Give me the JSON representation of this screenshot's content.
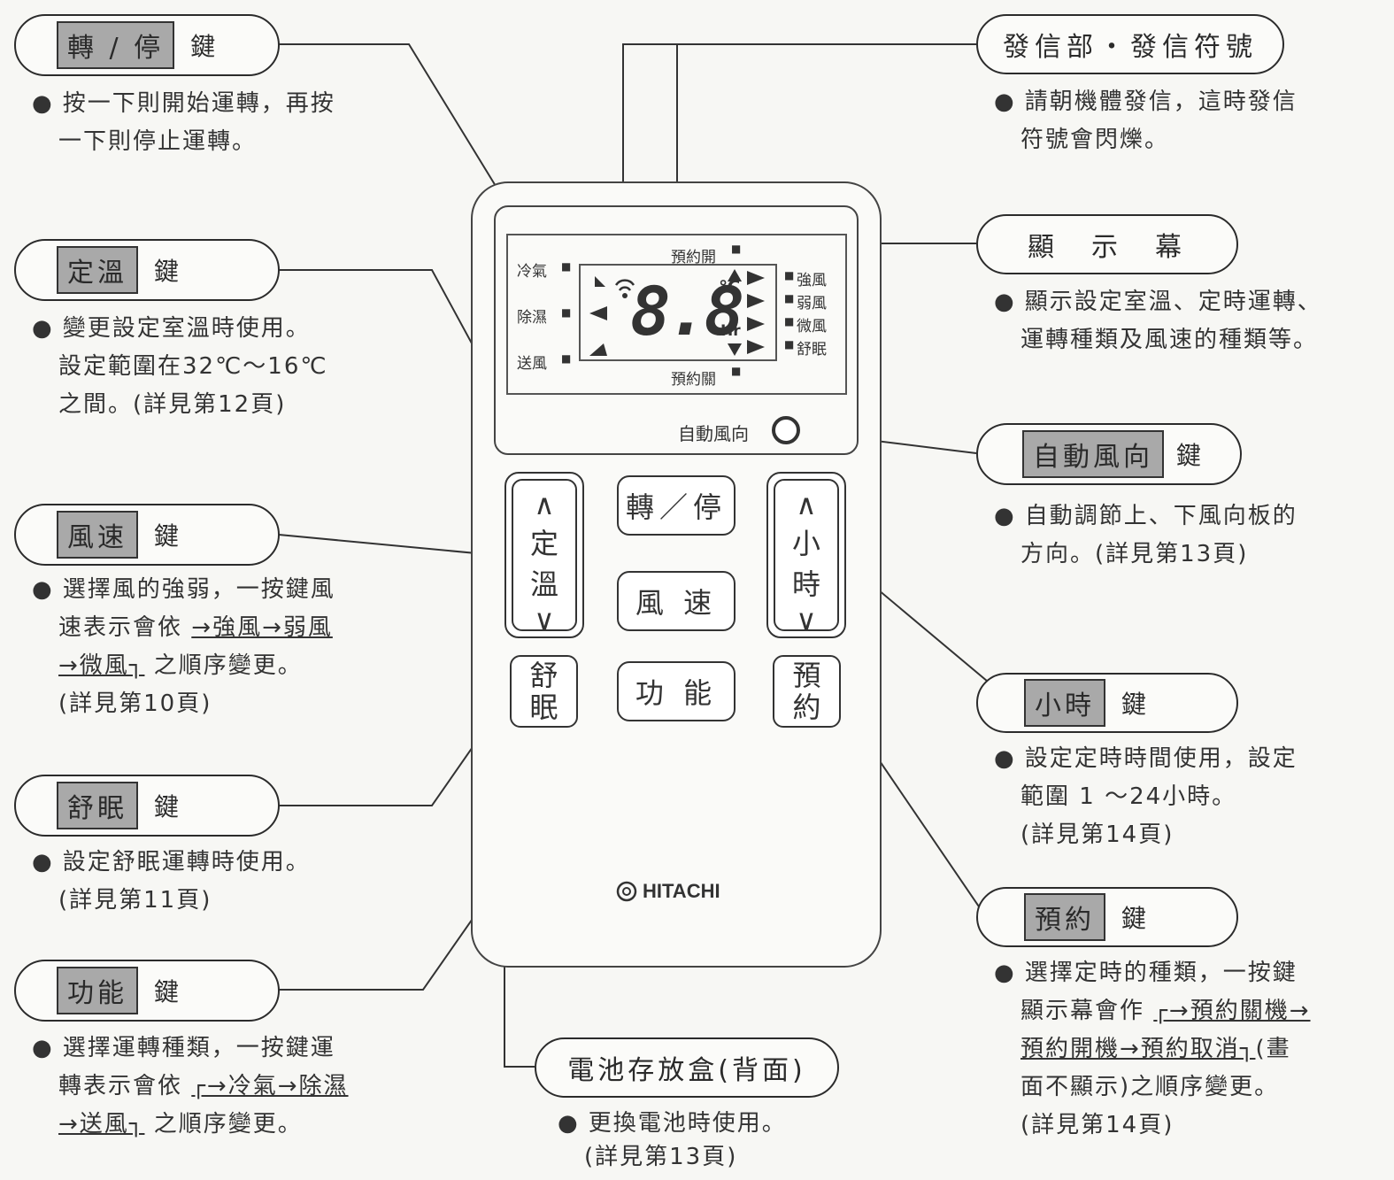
{
  "labels": {
    "run_stop": {
      "tag": "轉 / 停",
      "suffix": "鍵",
      "desc": [
        "按一下則開始運轉，再按",
        "一下則停止運轉。"
      ]
    },
    "temp": {
      "tag": "定溫",
      "suffix": "鍵",
      "desc": [
        "變更設定室溫時使用。",
        "設定範圍在32℃～16℃",
        "之間。(詳見第12頁)"
      ]
    },
    "fan": {
      "tag": "風速",
      "suffix": "鍵",
      "desc_1": "選擇風的強弱，一按鍵風",
      "desc_2a": "速表示會依",
      "desc_2b": "→強風→弱風",
      "desc_3a": "→微風┐",
      "desc_3b": "之順序變更。",
      "desc_4": "(詳見第10頁)"
    },
    "sleep": {
      "tag": "舒眠",
      "suffix": "鍵",
      "desc": [
        "設定舒眠運轉時使用。",
        "(詳見第11頁)"
      ]
    },
    "func": {
      "tag": "功能",
      "suffix": "鍵",
      "desc_1": "選擇運轉種類，一按鍵運",
      "desc_2a": "轉表示會依",
      "desc_2b": "┌→冷氣→除濕",
      "desc_3a": "→送風┐",
      "desc_3b": "之順序變更。"
    },
    "transmit": {
      "title": "發信部・發信符號",
      "desc": [
        "請朝機體發信，這時發信",
        "符號會閃爍。"
      ]
    },
    "display": {
      "title": "顯　示　幕",
      "desc": [
        "顯示設定室溫、定時運轉、",
        "運轉種類及風速的種類等。"
      ]
    },
    "swing": {
      "tag": "自動風向",
      "suffix": "鍵",
      "desc": [
        "自動調節上、下風向板的",
        "方向。(詳見第13頁)"
      ]
    },
    "hour": {
      "tag": "小時",
      "suffix": "鍵",
      "desc": [
        "設定定時時間使用，設定",
        "範圍 1 ～24小時。",
        "(詳見第14頁)"
      ]
    },
    "timer": {
      "tag": "預約",
      "suffix": "鍵",
      "desc_1": "選擇定時的種類，一按鍵",
      "desc_2a": "顯示幕會作",
      "desc_2b": "┌→預約關機→",
      "desc_3a": "預約開機→預約取消┐",
      "desc_3b": "(畫",
      "desc_4": "面不顯示)之順序變更。",
      "desc_5": "(詳見第14頁)"
    },
    "battery": {
      "title": "電池存放盒(背面)",
      "desc": [
        "更換電池時使用。",
        "(詳見第13頁)"
      ]
    }
  },
  "remote": {
    "lcd": {
      "timer_off": "預約開",
      "timer_on": "預約關",
      "mode_cool": "冷氣",
      "mode_dry": "除濕",
      "mode_fan": "送風",
      "fan_high": "強風",
      "fan_low": "弱風",
      "fan_micro": "微風",
      "fan_sleep": "舒眠",
      "digits": "8.8",
      "unit_c": "℃",
      "unit_hr": "Hr"
    },
    "swing_label": "自動風向",
    "btn_run": "轉／停",
    "btn_fan": "風 速",
    "btn_func": "功 能",
    "temp_btn": {
      "up": "∧",
      "c1": "定",
      "c2": "溫",
      "down": "∨"
    },
    "hour_btn": {
      "up": "∧",
      "c1": "小",
      "c2": "時",
      "down": "∨"
    },
    "sleep_btn": {
      "c1": "舒",
      "c2": "眠"
    },
    "timer_btn": {
      "c1": "預",
      "c2": "約"
    },
    "brand": "HITACHI"
  },
  "bullet": "●"
}
